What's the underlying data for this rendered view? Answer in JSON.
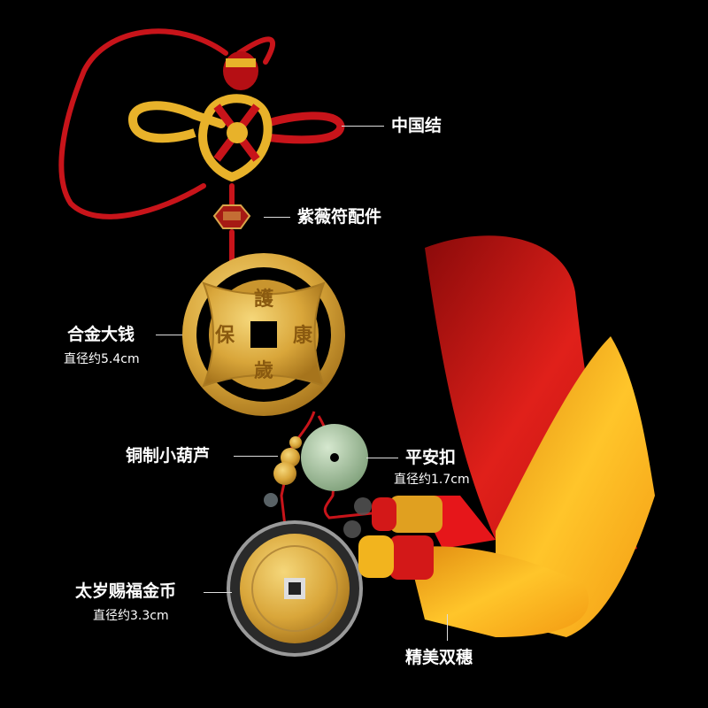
{
  "labels": {
    "chinese_knot": "中国结",
    "ziwei_charm": "紫薇符配件",
    "alloy_coin": {
      "title": "合金大钱",
      "size": "直径约5.4cm"
    },
    "copper_gourd": "铜制小葫芦",
    "peace_buckle": {
      "title": "平安扣",
      "size": "直径约1.7cm"
    },
    "taisui_coin": {
      "title": "太岁赐福金币",
      "size": "直径约3.3cm"
    },
    "double_tassel": "精美双穗"
  },
  "coin_inscription": {
    "top": "護",
    "right": "康",
    "bottom": "歲",
    "left": "保"
  },
  "colors": {
    "background": "#000000",
    "cord_red": "#d01818",
    "gold": "#d9a63a",
    "tassel_yellow": "#f7b21a",
    "jade": "#9fbf9a"
  }
}
